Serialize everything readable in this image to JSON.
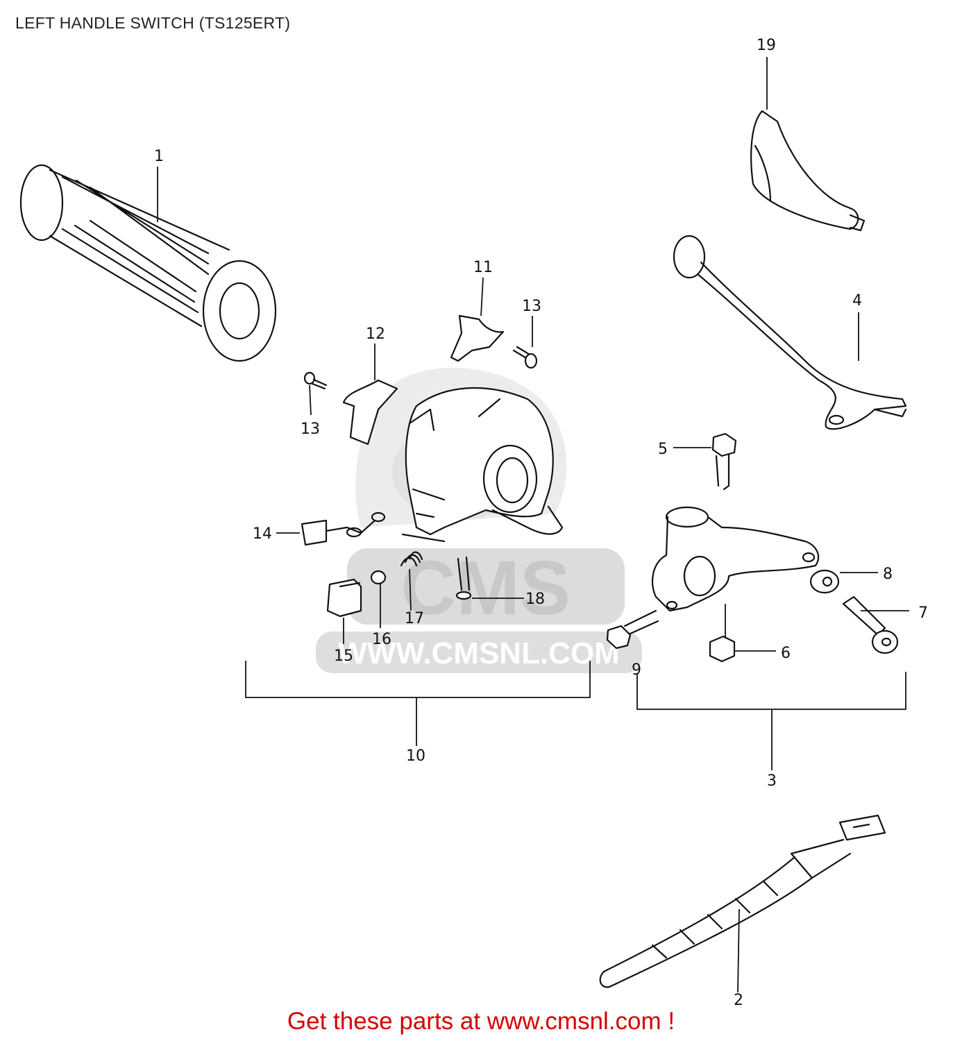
{
  "title": "LEFT HANDLE SWITCH (TS125ERT)",
  "cta": "Get these parts at www.cmsnl.com !",
  "watermark": {
    "logo_text": "CMS",
    "url_text": "WWW.CMSNL.COM"
  },
  "callouts": {
    "p1": "1",
    "p2": "2",
    "p3": "3",
    "p4": "4",
    "p5": "5",
    "p6": "6",
    "p7": "7",
    "p8": "8",
    "p9": "9",
    "p10": "10",
    "p11": "11",
    "p12": "12",
    "p13a": "13",
    "p13b": "13",
    "p14": "14",
    "p15": "15",
    "p16": "16",
    "p17": "17",
    "p18": "18",
    "p19": "19"
  },
  "colors": {
    "title": "#222222",
    "cta": "#d40000",
    "line": "#111111",
    "watermark": "#d8d8d8"
  }
}
